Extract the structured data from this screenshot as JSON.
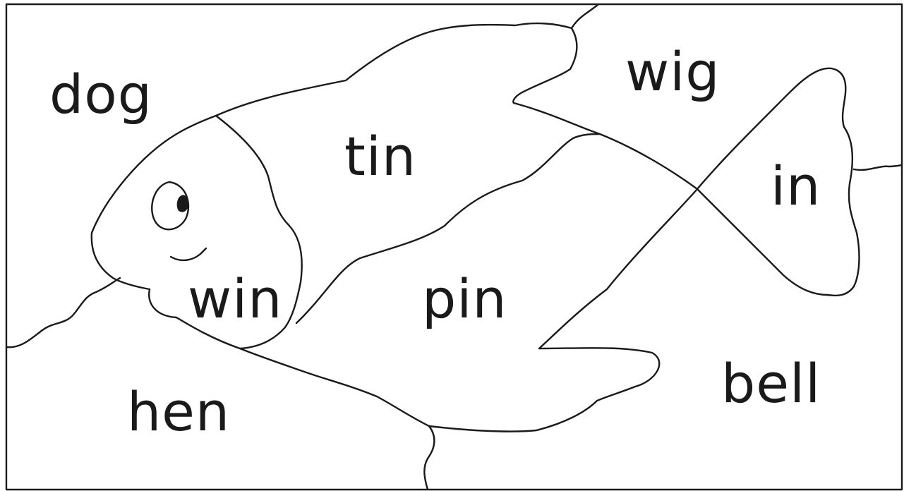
{
  "worksheet": {
    "words": {
      "dog": "dog",
      "tin": "tin",
      "wig": "wig",
      "in": "in",
      "win": "win",
      "pin": "pin",
      "hen": "hen",
      "bell": "bell"
    },
    "colors": {
      "ink": "#1a1a1a",
      "paper": "#ffffff"
    }
  }
}
